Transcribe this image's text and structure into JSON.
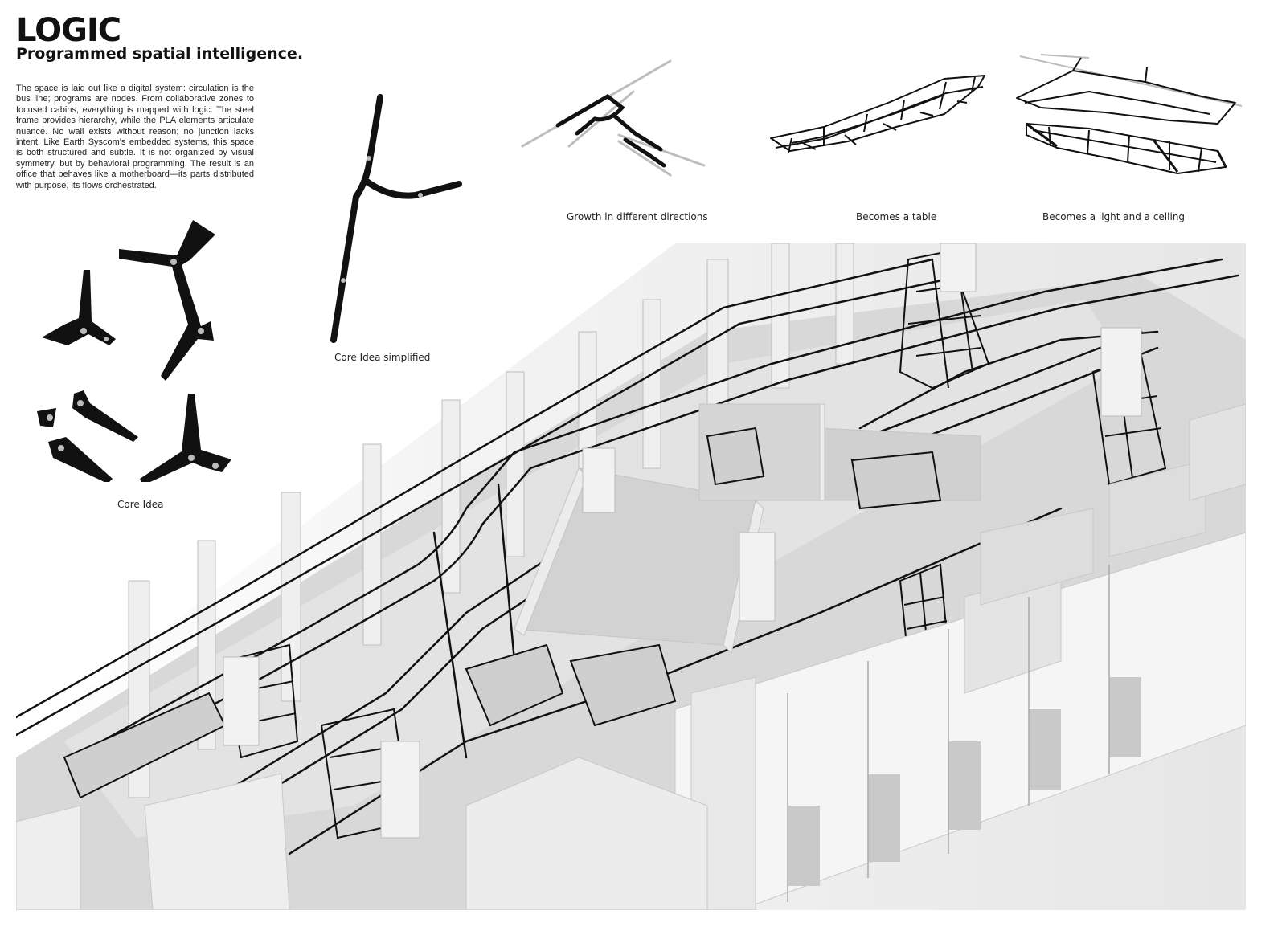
{
  "header": {
    "title": "LOGIC",
    "subtitle": "Programmed spatial intelligence."
  },
  "description": "The space is laid out like a digital system: circulation is the bus line; programs are nodes. From collaborative zones to focused cabins, everything is mapped with logic. The steel frame provides hierarchy, while the PLA elements articulate nuance. No wall exists without reason; no junction lacks intent. Like Earth Syscom's embedded systems, this space is both structured and subtle. It is not organized by visual symmetry, but by behavioral programming. The result is an office that behaves like a motherboard—its parts distributed with purpose, its flows orchestrated.",
  "diagrams": {
    "core_idea": "Core Idea",
    "core_idea_simplified": "Core Idea simplified",
    "growth": "Growth in different directions",
    "table": "Becomes a table",
    "light_ceiling": "Becomes a light and a ceiling"
  },
  "colors": {
    "ink": "#111111",
    "wall": "#e9e9e9",
    "floor": "#d6d6d6",
    "shadow": "#b8b8b8",
    "rod": "#bdbdbd"
  }
}
